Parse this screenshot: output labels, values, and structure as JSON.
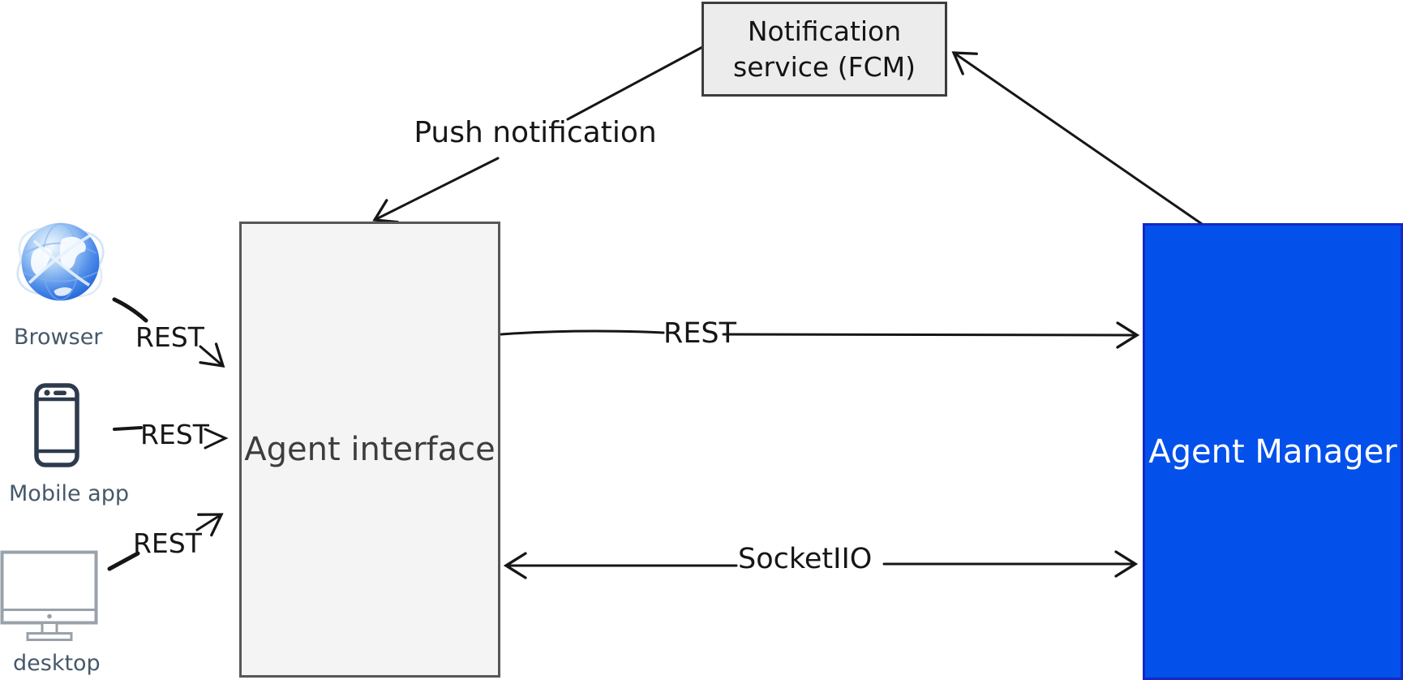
{
  "diagram_title": "",
  "nodes": {
    "notification_service": {
      "line1": "Notification",
      "line2": "service (FCM)",
      "fill": "#ececec",
      "border": "#3d3d3d"
    },
    "agent_interface": {
      "label": "Agent interface",
      "fill": "#f4f4f4",
      "border": "#575757"
    },
    "agent_manager": {
      "label": "Agent Manager",
      "fill": "#0450eb",
      "border": "#1527c8",
      "text_color": "#ffffff"
    }
  },
  "clients": {
    "browser": {
      "label": "Browser",
      "icon": "globe-icon"
    },
    "mobile": {
      "label": "Mobile app",
      "icon": "smartphone-icon"
    },
    "desktop": {
      "label": "desktop",
      "icon": "monitor-icon"
    }
  },
  "edges": {
    "push_notification": {
      "label": "Push notification",
      "from": "Notification service (FCM)",
      "to": "Agent interface"
    },
    "manager_to_fcm": {
      "label": "",
      "from": "Agent Manager",
      "to": "Notification service (FCM)"
    },
    "rest_main": {
      "label": "REST",
      "from": "Agent interface",
      "to": "Agent Manager"
    },
    "socket": {
      "label": "SocketIIO",
      "from": "Agent interface",
      "to": "Agent Manager",
      "bidirectional": true
    },
    "rest_browser": {
      "label": "REST",
      "from": "Browser",
      "to": "Agent interface"
    },
    "rest_mobile": {
      "label": "REST",
      "from": "Mobile app",
      "to": "Agent interface"
    },
    "rest_desktop": {
      "label": "REST",
      "from": "desktop",
      "to": "Agent interface"
    }
  },
  "colors": {
    "arrow": "#161616",
    "client_label": "#46586a",
    "phone_stroke": "#2e3b4e",
    "monitor_stroke": "#99a1aa"
  }
}
